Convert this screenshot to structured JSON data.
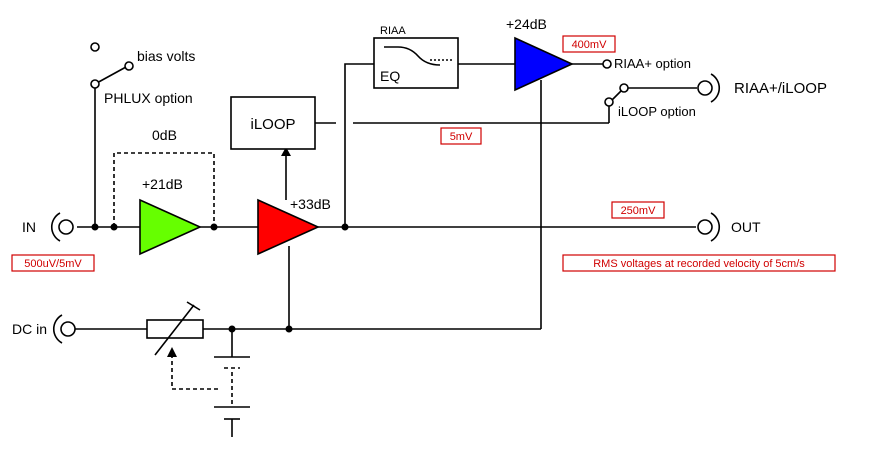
{
  "labels": {
    "in": "IN",
    "out": "OUT",
    "dc_in": "DC in",
    "bias_volts": "bias volts",
    "phlux_option": "PHLUX option",
    "gain_bypass": "0dB",
    "gain_green": "+21dB",
    "gain_red": "+33dB",
    "gain_blue": "+24dB",
    "iloop": "iLOOP",
    "riaa_title": "RIAA",
    "riaa_eq": "EQ",
    "riaa_plus_option": "RIAA+ option",
    "iloop_option": "iLOOP option",
    "riaa_iloop_output": "RIAA+/iLOOP"
  },
  "voltages": {
    "input": "500uV/5mV",
    "riaa_out": "400mV",
    "iloop_out": "5mV",
    "main_out": "250mV",
    "note": "RMS voltages at recorded velocity of 5cm/s"
  },
  "colors": {
    "amp_green": "#66ff00",
    "amp_red": "#ff0000",
    "amp_blue": "#0000ff",
    "annotation_red": "#d00000"
  }
}
